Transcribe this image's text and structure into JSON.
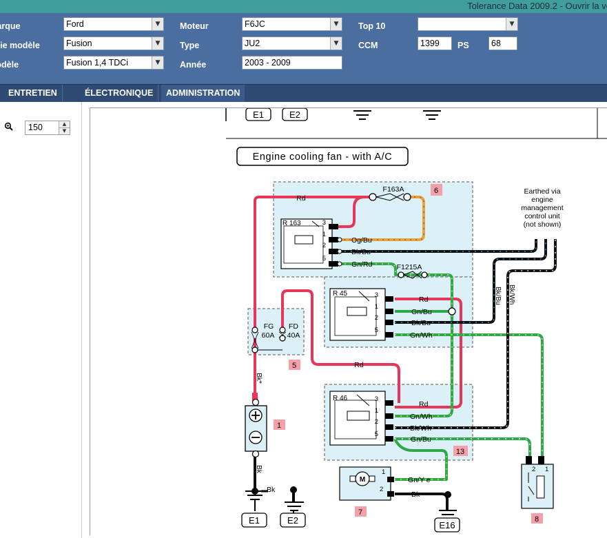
{
  "window": {
    "title": "Tolerance Data 2009.2 - Ouvrir la ve"
  },
  "form": {
    "marque": {
      "label": "Marque",
      "value": "Ford"
    },
    "serie": {
      "label": "Série modèle",
      "value": "Fusion"
    },
    "modele": {
      "label": "Modèle",
      "value": "Fusion 1,4 TDCi"
    },
    "moteur": {
      "label": "Moteur",
      "value": "F6JC"
    },
    "type": {
      "label": "Type",
      "value": "JU2"
    },
    "annee": {
      "label": "Année",
      "value": "2003 - 2009"
    },
    "top10": {
      "label": "Top 10",
      "value": ""
    },
    "ccm": {
      "label": "CCM",
      "value": "1399"
    },
    "ps": {
      "label": "PS",
      "value": "68"
    }
  },
  "menu": {
    "items": [
      "ENTRETIEN",
      "ÉLECTRONIQUE",
      "ADMINISTRATION"
    ]
  },
  "zoom": {
    "icon": "zoom-icon",
    "value": "150"
  },
  "diagram": {
    "title": "Engine cooling fan - with A/C",
    "top_earths": [
      "E1",
      "E2"
    ],
    "note": [
      "Earthed via",
      "engine",
      "management",
      "control unit",
      "(not shown)"
    ],
    "relays": {
      "r163": {
        "name": "R 163",
        "pins": [
          "3",
          "1",
          "2",
          "5"
        ],
        "wires": [
          "Og/Bu",
          "Bk/Bu",
          "Gn/Rd"
        ]
      },
      "r45": {
        "name": "R 45",
        "pins": [
          "3",
          "1",
          "2",
          "5"
        ],
        "wires": [
          "Rd",
          "Gn/Bu",
          "Bk/Bu",
          "Gn/Wh"
        ]
      },
      "r46": {
        "name": "R 46",
        "pins": [
          "3",
          "1",
          "2",
          "5"
        ],
        "wires": [
          "Rd",
          "Gn/Wh",
          "Bk/Wh",
          "Gn/Bu"
        ]
      }
    },
    "fuses": {
      "f163a": "F163A",
      "f1215a": "F1215A",
      "fg": "FG",
      "fg_amp": "60A",
      "fd": "FD",
      "fd_amp": "40A"
    },
    "wire_labels": {
      "rd_top": "Rd",
      "rd_mid": "Rd",
      "bk_star": "Bk*",
      "bk_batt": "Bk",
      "bk_e2": "Bk",
      "bk_bu_v": "Bk/Bu",
      "bk_wh_v": "Bk/Wh",
      "gn_ye": "Gn/Y e",
      "bk_motor": "Bk"
    },
    "component_numbers": [
      "6",
      "5",
      "1",
      "13",
      "7",
      "8"
    ],
    "bottom_earths": [
      "E1",
      "E2",
      "E16"
    ],
    "motor": {
      "symbol": "M",
      "pins": [
        "1",
        "2"
      ]
    },
    "switch_pins": [
      "2",
      "1"
    ]
  }
}
